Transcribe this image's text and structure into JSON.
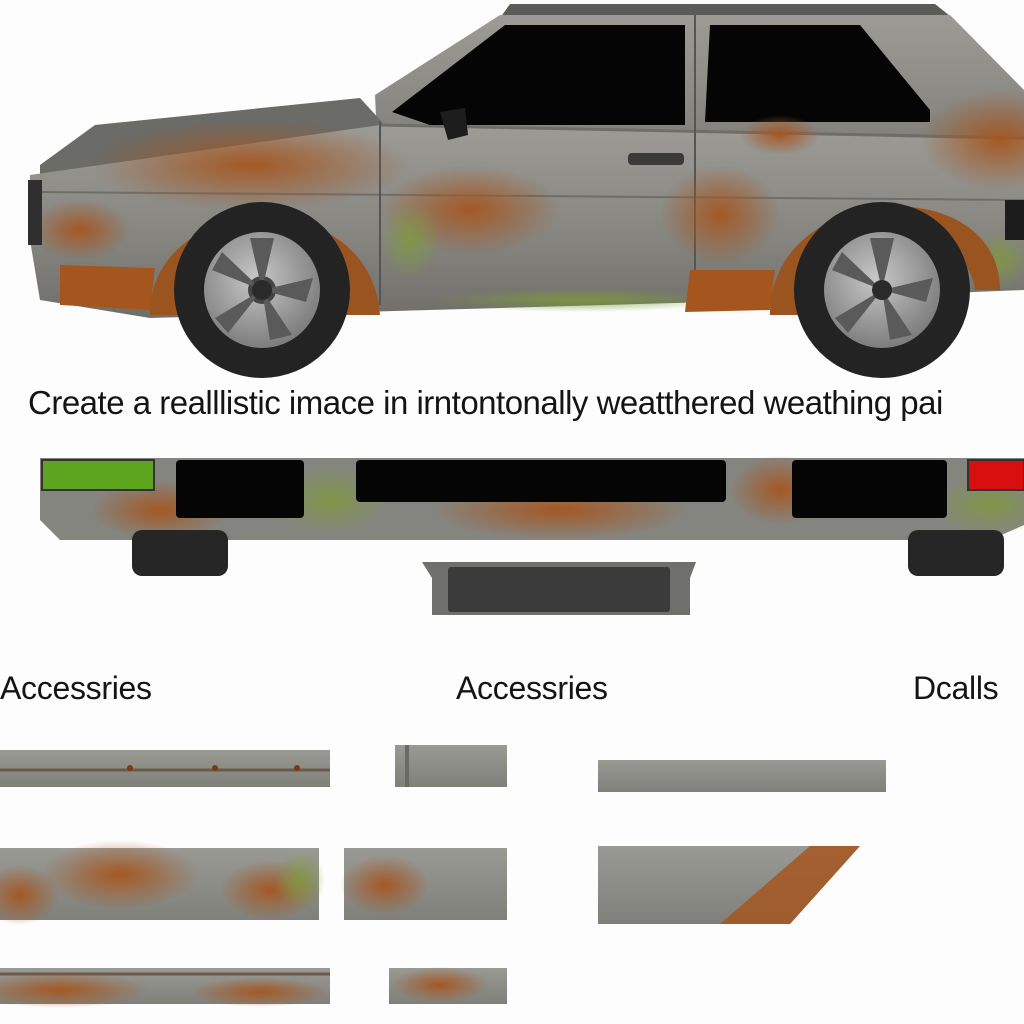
{
  "caption": "Create a  realllistic imace   in  irntontonally  weatthered weathing pai",
  "section_labels": {
    "left": "Accessries",
    "middle": "Accessries",
    "right": "Dcalls"
  },
  "colors": {
    "body_gray": "#8a8a86",
    "rust": "#a5561f",
    "moss": "#7f9a3a",
    "window": "#050505",
    "tire": "#262626",
    "rim": "#9a9a9a",
    "green_lamp": "#5da51f",
    "red_lamp": "#d80f0f"
  }
}
